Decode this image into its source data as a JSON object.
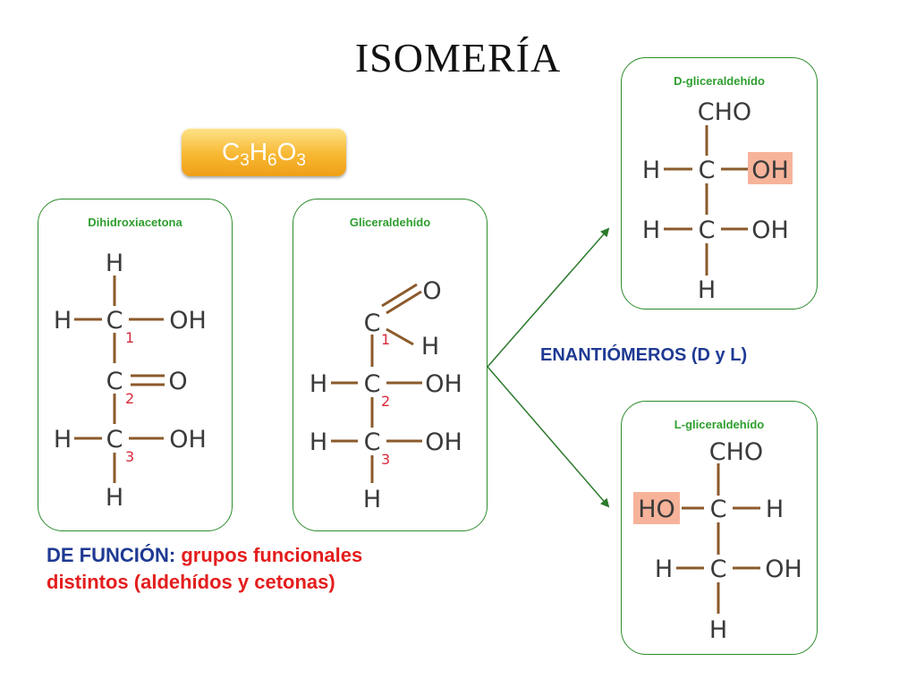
{
  "title": "ISOMERÍA",
  "formula": {
    "c": "C",
    "c_n": "3",
    "h": "H",
    "h_n": "6",
    "o": "O",
    "o_n": "3"
  },
  "boxes": {
    "dihidroxiacetona": "Dihidroxiacetona",
    "gliceraldehido": "Gliceraldehído",
    "d_gliceraldehido": "D-gliceraldehído",
    "l_gliceraldehido": "L-gliceraldehído"
  },
  "enantiomeros": "ENANTIÓMEROS (D y L)",
  "funcion": {
    "label": "DE FUNCIÓN",
    "colon": ": ",
    "text1": "grupos funcionales",
    "text2": "distintos (aldehídos y cetonas)"
  },
  "atoms": {
    "H": "H",
    "C": "C",
    "O": "O",
    "OH": "OH",
    "HO": "HO",
    "CHO": "CHO"
  },
  "carbon_numbers": [
    "1",
    "2",
    "3"
  ],
  "colors": {
    "accent_green": "#2c8c2c",
    "bond_brown": "#8b5a2b",
    "highlight": "#f6b39a",
    "number_red": "#d9293b",
    "text_blue": "#1e3a93",
    "text_red": "#e41d1d"
  }
}
